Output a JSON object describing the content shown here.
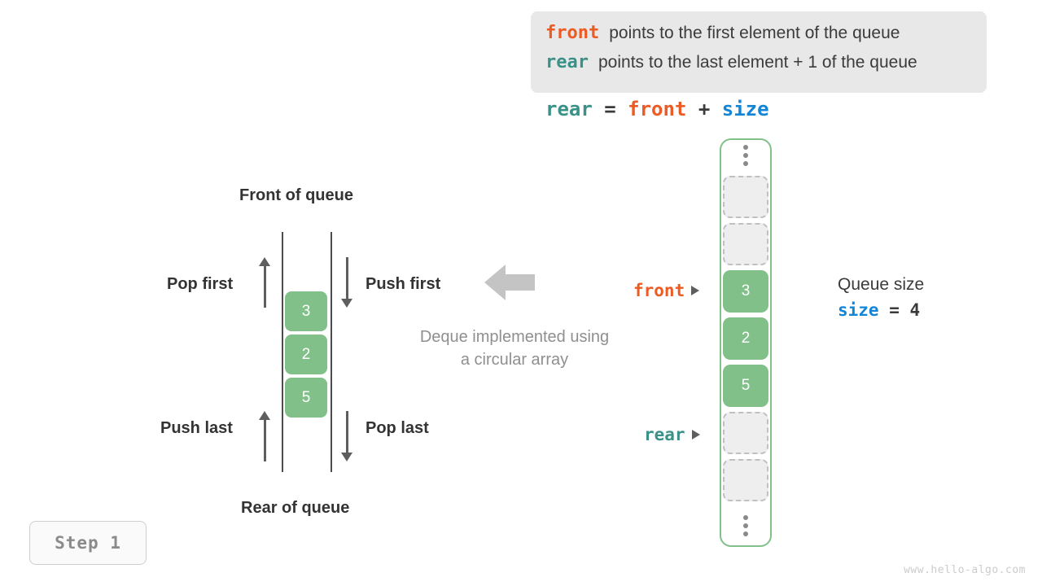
{
  "legend": {
    "lines": [
      {
        "keyword": "front",
        "color_key": "front",
        "text": "points to the first element of the queue"
      },
      {
        "keyword": "rear",
        "color_key": "rear",
        "text": "points to the last element + 1 of the queue"
      }
    ]
  },
  "formula": {
    "lhs": "rear",
    "eq": "=",
    "rhs1": "front",
    "plus": "+",
    "rhs2": "size"
  },
  "deque": {
    "front_label": "Front of queue",
    "rear_label": "Rear of queue",
    "cells": [
      {
        "value": "3"
      },
      {
        "value": "2"
      },
      {
        "value": "5"
      }
    ],
    "operations": [
      {
        "name": "pop-first",
        "label": "Pop first",
        "direction": "up"
      },
      {
        "name": "push-first",
        "label": "Push first",
        "direction": "down"
      },
      {
        "name": "push-last",
        "label": "Push last",
        "direction": "up"
      },
      {
        "name": "pop-last",
        "label": "Pop last",
        "direction": "down"
      }
    ],
    "note_line1": "Deque implemented using",
    "note_line2": "a circular array"
  },
  "array": {
    "top_ellipsis": "⋮",
    "bottom_ellipsis": "⋮",
    "cells": [
      {
        "state": "empty",
        "value": ""
      },
      {
        "state": "empty",
        "value": ""
      },
      {
        "state": "filled",
        "value": "3"
      },
      {
        "state": "filled",
        "value": "2"
      },
      {
        "state": "filled",
        "value": "5"
      },
      {
        "state": "empty",
        "value": ""
      },
      {
        "state": "empty",
        "value": ""
      }
    ],
    "pointers": [
      {
        "name": "front",
        "label": "front",
        "target_index": 2
      },
      {
        "name": "rear",
        "label": "rear",
        "target_index": 5
      }
    ]
  },
  "size_info": {
    "title": "Queue size",
    "keyword": "size",
    "equals": "=",
    "value": "4"
  },
  "step": {
    "label": "Step 1"
  },
  "watermark": {
    "text": "www.hello-algo.com"
  },
  "colors": {
    "front": "#ec5b23",
    "rear": "#3a9188",
    "size": "#1485d6",
    "cell_fill": "#82c08a",
    "container_border": "#82c08a",
    "empty_fill": "#eeeeee",
    "legend_bg": "#e8e8e8",
    "note_text": "#8f8f8f",
    "arrow_gray": "#c4c4c4"
  }
}
